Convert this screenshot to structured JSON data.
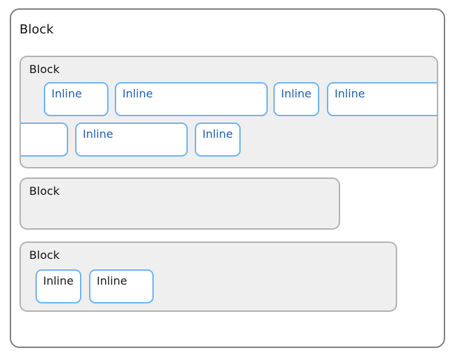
{
  "diagram": {
    "title": "Block",
    "labels": {
      "block": "Block",
      "inline": "Inline"
    },
    "colors": {
      "page_background": "#ffffff",
      "root_border": "#7f7f7f",
      "block_background": "#efefef",
      "block_border": "#b2b2b2",
      "inline_border": "#6eb4f2",
      "inline_background": "#ffffff",
      "inline_text": "#1f5fb0",
      "label_text": "#111111"
    },
    "root": {
      "label": "Block",
      "blocks": [
        {
          "label": "Block",
          "rows": [
            {
              "inlines": [
                {
                  "label": "Inline",
                  "clipped": "none"
                },
                {
                  "label": "Inline",
                  "clipped": "none"
                },
                {
                  "label": "Inline",
                  "clipped": "none"
                },
                {
                  "label": "Inline",
                  "clipped": "right"
                }
              ]
            },
            {
              "inlines": [
                {
                  "label": "",
                  "clipped": "left"
                },
                {
                  "label": "Inline",
                  "clipped": "none"
                },
                {
                  "label": "Inline",
                  "clipped": "none"
                }
              ]
            }
          ]
        },
        {
          "label": "Block",
          "rows": []
        },
        {
          "label": "Block",
          "rows": [
            {
              "inlines": [
                {
                  "label": "Inline",
                  "clipped": "none"
                },
                {
                  "label": "Inline",
                  "clipped": "none"
                }
              ]
            }
          ]
        }
      ]
    }
  }
}
